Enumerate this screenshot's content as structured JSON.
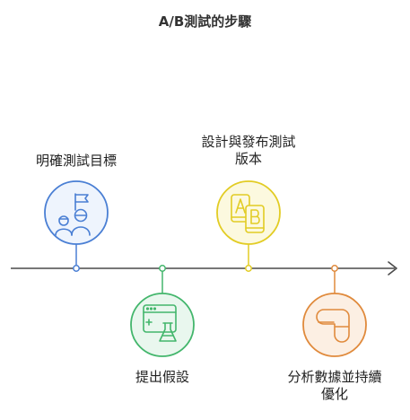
{
  "title": "A/B測試的步驟",
  "steps": [
    {
      "label": "明確測試目標",
      "position": "above",
      "color": "#4A7FD4",
      "fill": "#EEF4FD",
      "icon": "goal-team-icon"
    },
    {
      "label": "提出假設",
      "position": "below",
      "color": "#43B66C",
      "fill": "#E9F7EE",
      "icon": "experiment-screen-icon"
    },
    {
      "label_lines": [
        "設計與發布測試",
        "版本"
      ],
      "position": "above",
      "color": "#E2CC24",
      "fill": "#FCF9DF",
      "icon": "ab-variants-icon"
    },
    {
      "label_lines": [
        "分析數據並持續",
        "優化"
      ],
      "position": "below",
      "color": "#E08A3C",
      "fill": "#FCEFE3",
      "icon": "optimize-path-icon"
    }
  ],
  "axis_color": "#4A4A4A"
}
